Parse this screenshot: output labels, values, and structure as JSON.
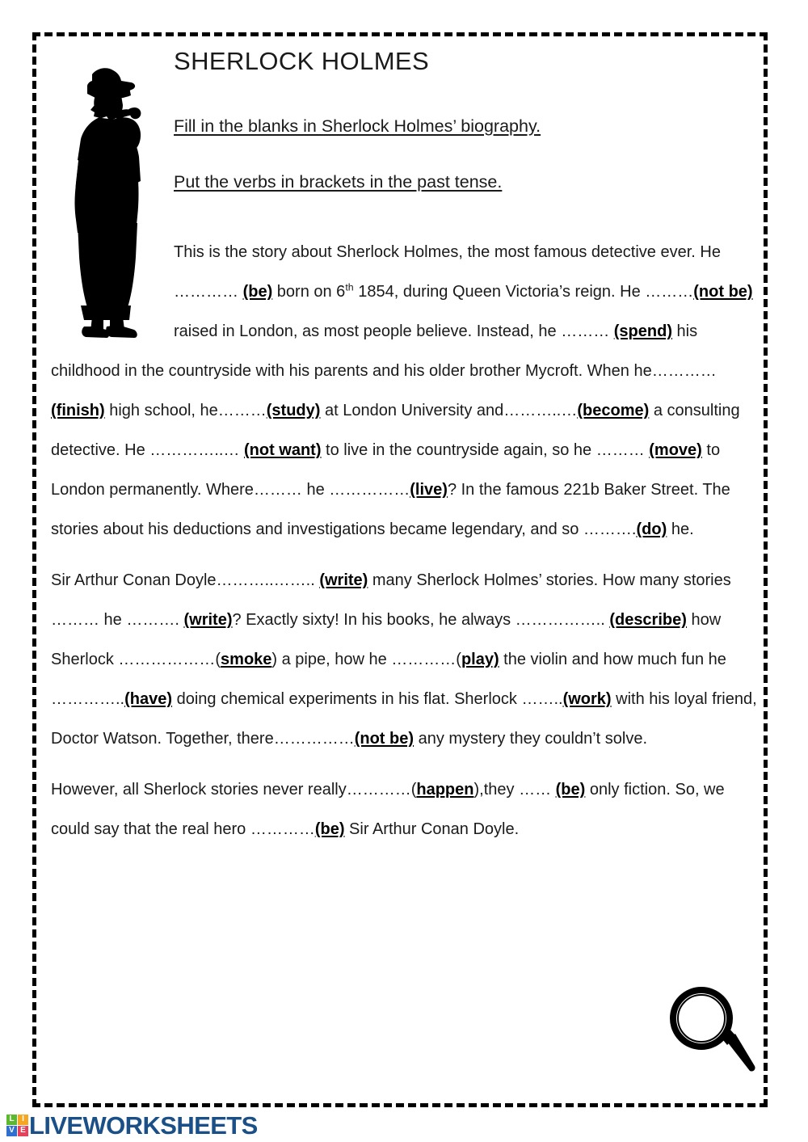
{
  "document": {
    "title": "SHERLOCK HOLMES",
    "instruction_1": "Fill in the blanks in Sherlock Holmes’ biography.",
    "instruction_2": "Put the verbs in brackets in the past tense."
  },
  "graphics": {
    "silhouette": "sherlock-holmes-silhouette",
    "magnifier": "magnifying-glass-icon"
  },
  "body": {
    "paragraph_1": {
      "s1": "This is the story about Sherlock Holmes, the most famous detective ever. He ………… ",
      "verb_be": "(be)",
      "s2": " born on 6",
      "ordinal": "th",
      "s3": " 1854, during Queen Victoria’s reign. He ………",
      "verb_not_be": "(not be)",
      "s4": " raised in London, as most people believe. Instead, he ……… ",
      "verb_spend": "(spend)",
      "s5": " his childhood in the countryside with his parents and his older brother Mycroft. When he…………",
      "verb_finish": "(finish)",
      "s6": " high school, he………",
      "verb_study": "(study)",
      "s7": " at London University and………..…",
      "verb_become": "(become)",
      "s8": " a consulting detective. He …………..… ",
      "verb_not_want": "(not want)",
      "s9": " to live in the countryside again, so he ……… ",
      "verb_move": "(move)",
      "s10": " to London permanently. Where……… he ……………",
      "verb_live": "(live)",
      "s11": "? In the famous 221b Baker Street. The stories about his deductions and investigations became legendary, and so ……….",
      "verb_do": "(do)",
      "s12": " he."
    },
    "paragraph_2": {
      "s1": "Sir Arthur Conan Doyle………..…….. ",
      "verb_write_1": "(write)",
      "s2": " many Sherlock Holmes’ stories. How many stories ……… he ………. ",
      "verb_write_2": "(write)",
      "s3": "? Exactly sixty! In his books, he always …………….. ",
      "verb_describe": "(describe)",
      "s4": " how Sherlock ………………(",
      "verb_smoke": "smoke",
      "s5": ") a pipe, how he …………(",
      "verb_play": "play)",
      "s6": " the violin and how much fun he …………..",
      "verb_have": "(have)",
      "s7": " doing chemical experiments in his flat. Sherlock ……..",
      "verb_work": "(work)",
      "s8": " with his loyal friend, Doctor Watson. Together, there……………",
      "verb_not_be": "(not be)",
      "s9": " any mystery they couldn’t solve."
    },
    "paragraph_3": {
      "s1": "However, all Sherlock stories never really…………(",
      "verb_happen": "happen",
      "s2": "),they …… ",
      "verb_be_1": "(be)",
      "s3": " only fiction. So, we could say that the real hero …………",
      "verb_be_2": "(be)",
      "s4": " Sir Arthur Conan Doyle."
    }
  },
  "footer": {
    "brand_name": "LIVEWORKSHEETS",
    "brand_letters": [
      "L",
      "I",
      "V",
      "E"
    ],
    "brand_letter_colors": [
      "#5cb82c",
      "#f5a623",
      "#2f6fd0",
      "#e8405a"
    ],
    "wordmark_color": "#1b4f87"
  }
}
